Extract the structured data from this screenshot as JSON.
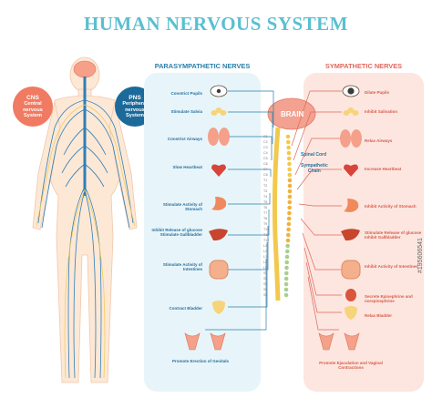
{
  "title": "HUMAN NERVOUS SYSTEM",
  "panels": {
    "parasympathetic": "PARASYMPATHETIC NERVES",
    "sympathetic": "SYMPATHETIC NERVES"
  },
  "bubbles": {
    "cns": {
      "abbr": "CNS",
      "line1": "Central",
      "line2": "nervous",
      "line3": "System"
    },
    "pns": {
      "abbr": "PNS",
      "line1": "Peripheral",
      "line2": "nervous",
      "line3": "System"
    }
  },
  "center": {
    "brain": "BRAIN",
    "spinal_cord": "Spinal Cord",
    "chain_line1": "Sympathetic",
    "chain_line2": "Chain"
  },
  "parasympathetic_labels": [
    "Constrict Pupils",
    "Stimulate Salvia",
    "Constrict Airways",
    "Slow Heartbeat",
    "Stimulate Activity of Stomach",
    "Inhibit Release of glucose Stimulate Gallbladder",
    "Stimulate Activity of Intestines",
    "Contract Bladder",
    "Promote Erection of Genitals"
  ],
  "sympathetic_labels": [
    "Dilate Pupils",
    "Inhibit Salivation",
    "Relax Airways",
    "Increase Heartbeat",
    "Inhibit Activity of Stomach",
    "Stimulate Release of glucose Inhibit Gallbladder",
    "Inhibit Activity of Intestines",
    "Secrete Epinephrine and norepinephrine",
    "Relax Bladder",
    "Promote Ejaculation and Vaginal Contractions"
  ],
  "segments": [
    "C1",
    "C2",
    "C3",
    "C4",
    "C5",
    "C6",
    "C7",
    "C8",
    "T1",
    "T2",
    "T3",
    "T4",
    "T5",
    "T6",
    "T7",
    "T8",
    "T9",
    "T10",
    "T11",
    "T12",
    "L1",
    "L2",
    "L3",
    "L4",
    "L5",
    "S1",
    "S2",
    "S3",
    "S4",
    "S5"
  ],
  "watermark": "#195606541",
  "colors": {
    "title": "#5bbfd0",
    "parasympathetic": "#2a7fa8",
    "sympathetic": "#e0675c",
    "cns": "#f07a62",
    "pns": "#1c6a9a",
    "nerve_blue": "#2f7fb8",
    "nerve_yellow": "#f2c94c",
    "organ": "#f08a5d"
  }
}
